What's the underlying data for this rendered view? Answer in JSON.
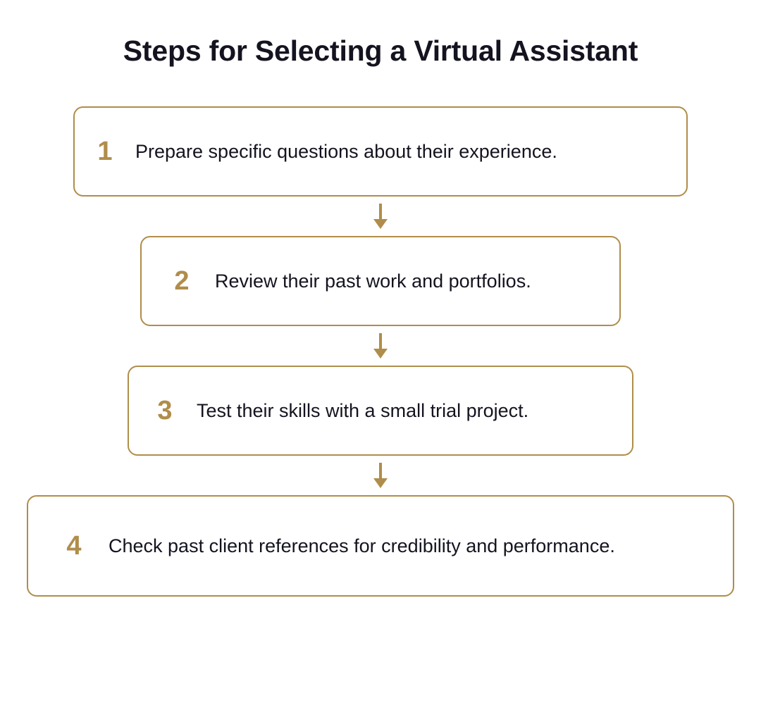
{
  "page": {
    "title": "Steps for Selecting a Virtual Assistant",
    "background_color": "#ffffff"
  },
  "theme": {
    "accent_color": "#b08d4a",
    "text_color": "#141420",
    "border_color": "#b08d4a"
  },
  "connector": {
    "icon": "arrow-down-icon",
    "glyph": "↓",
    "color": "#b08d4a"
  },
  "steps": [
    {
      "number": "1",
      "text": "Prepare specific questions about their experience."
    },
    {
      "number": "2",
      "text": "Review their past work and portfolios."
    },
    {
      "number": "3",
      "text": "Test their skills with a small trial project."
    },
    {
      "number": "4",
      "text": "Check past client references for credibility and performance."
    }
  ]
}
